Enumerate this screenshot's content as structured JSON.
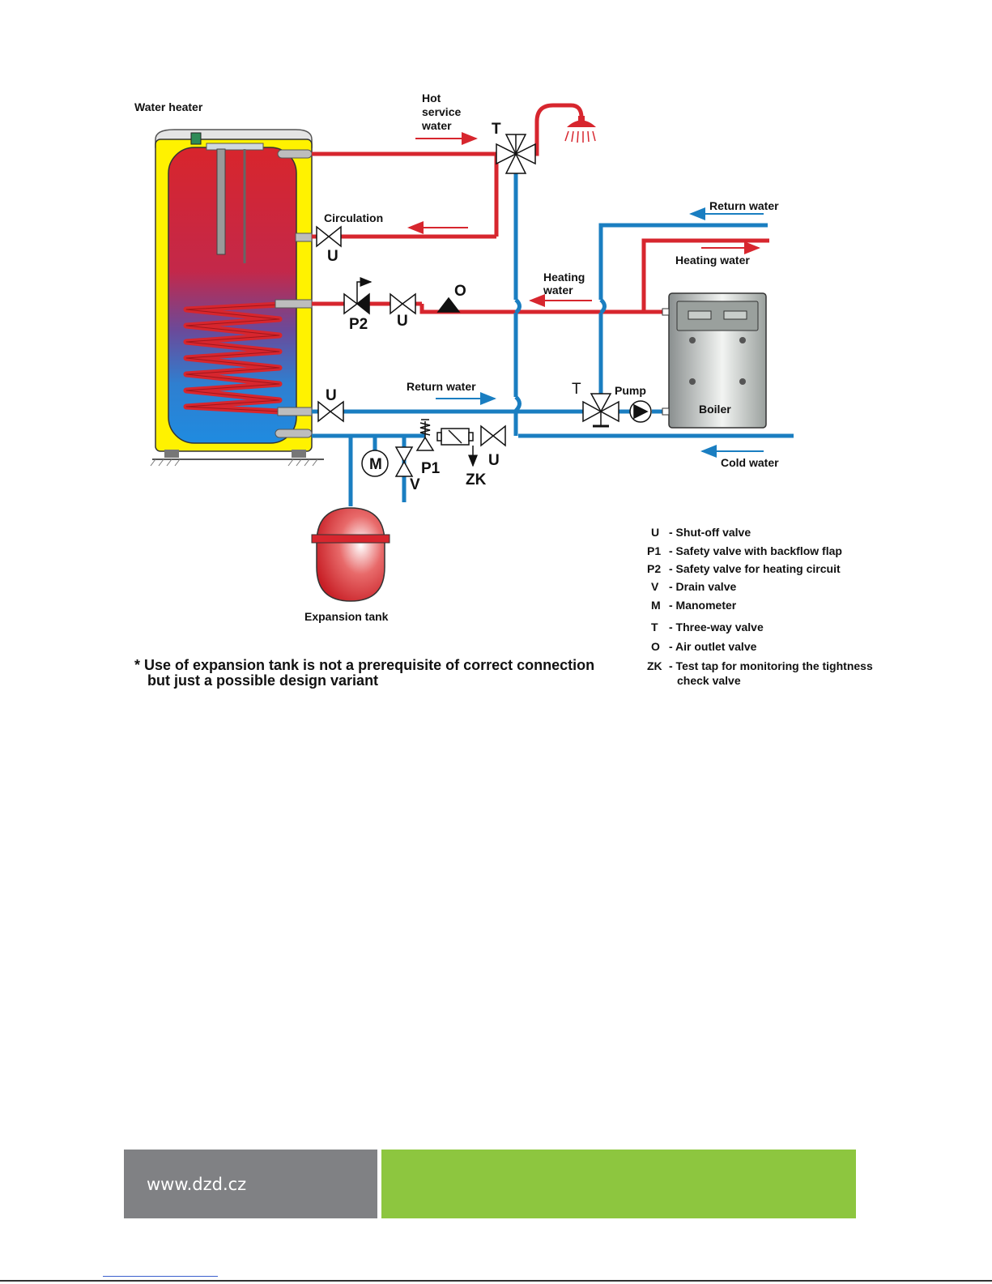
{
  "diagram": {
    "water_heater": "Water heater",
    "hot_service_water": [
      "Hot",
      "service",
      "water"
    ],
    "circulation": "Circulation",
    "return_water_top": "Return water",
    "heating_water_top": "Heating water",
    "heating_water_mid": [
      "Heating",
      "water"
    ],
    "return_water_mid": "Return water",
    "cold_water": "Cold water",
    "pump": "Pump",
    "boiler": "Boiler",
    "expansion_tank": "Expansion tank",
    "tags": {
      "t_top": "T",
      "t_right": "T",
      "u_circ": "U",
      "u_p2": "U",
      "u_ret": "U",
      "u_cold": "U",
      "p1": "P1",
      "p2": "P2",
      "o": "O",
      "m": "M",
      "v": "V",
      "zk": "ZK"
    },
    "footnote": [
      "* Use of expansion tank is not a prerequisite of correct connection",
      "but just a possible design variant"
    ],
    "legend": [
      {
        "key": "U",
        "desc": "- Shut-off valve"
      },
      {
        "key": "P1",
        "desc": "- Safety valve with backflow flap"
      },
      {
        "key": "P2",
        "desc": "- Safety valve for heating circuit"
      },
      {
        "key": "V",
        "desc": "- Drain valve"
      },
      {
        "key": "M",
        "desc": "- Manometer"
      },
      {
        "key": "T",
        "desc": "- Three-way valve"
      },
      {
        "key": "O",
        "desc": "- Air outlet valve"
      },
      {
        "key": "ZK",
        "desc": "- Test tap for monitoring the tightness"
      },
      {
        "key": "",
        "desc": "check valve"
      }
    ],
    "colors": {
      "hot": "#d7262e",
      "cold": "#1a7ec1",
      "tank_yellow": "#fff200"
    }
  },
  "footer": {
    "url": "www.dzd.cz"
  }
}
